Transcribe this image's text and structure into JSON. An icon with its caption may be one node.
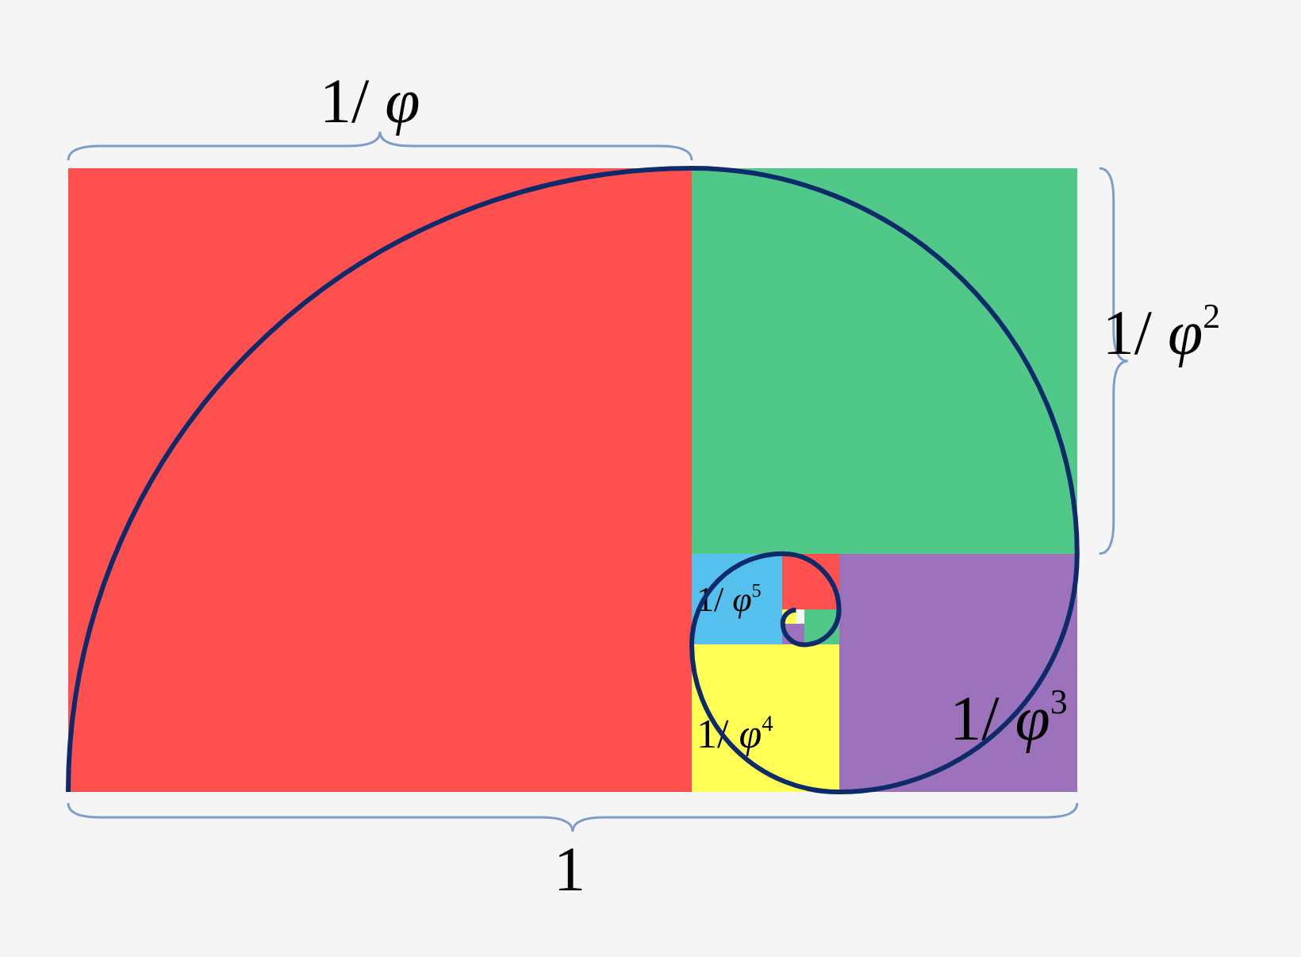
{
  "diagram": {
    "nodes": [
      {
        "text": [],
        "shape": "box"
      },
      {
        "text": [],
        "shape": "box"
      },
      {
        "text": [
          "1/ *φ*$^{3}$"
        ]
      },
      {
        "text": [
          "1/ *φ*$^{4}$"
        ]
      },
      {
        "text": [
          "1/ *φ*$^{5}$"
        ]
      },
      {
        "text": [],
        "shape": "box"
      },
      {
        "text": [],
        "shape": "box"
      },
      {
        "text": [],
        "shape": "box"
      },
      {
        "text": [],
        "shape": "box"
      }
    ],
    "labels": [
      "1/ *φ*",
      "1/ *φ*$^{2}$",
      "1"
    ]
  }
}
